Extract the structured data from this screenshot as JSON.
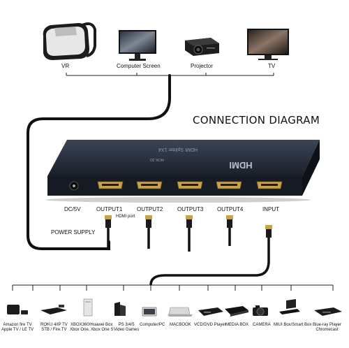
{
  "title": "CONNECTION DIAGRAM",
  "displays": [
    "VR",
    "Computer Screen",
    "Projector",
    "TV"
  ],
  "ports": {
    "dc": "DC/5V",
    "out1": "OUTPUT1",
    "out2": "OUTPUT2",
    "out3": "OUTPUT3",
    "out4": "OUTPUT4",
    "input": "INPUT",
    "hdmi_port": "HDMI port",
    "power_supply": "POWER SUPPLY"
  },
  "device_text": {
    "face_model": "HDMI Splitter 1X4",
    "face_sub": "4K2K   3D",
    "brand": "HDMI"
  },
  "sources": [
    [
      "Amazon fire TV",
      "Apple TV / LE TV"
    ],
    [
      "ROKU 4/IP TV",
      "STB / Fire.TV"
    ],
    [
      "XBOX360/Huawei Box",
      "Xbox One, Xbox One S"
    ],
    [
      "PS 3/4/5",
      "Video Games"
    ],
    [
      "Computer/PC"
    ],
    [
      "MACBOOK"
    ],
    [
      "VCD/DVD Player"
    ],
    [
      "MEDIA BOX"
    ],
    [
      "CAMERA"
    ],
    [
      "MIUI Box/Smart Box"
    ],
    [
      "Blue-ray Player",
      "Chromecast"
    ]
  ]
}
